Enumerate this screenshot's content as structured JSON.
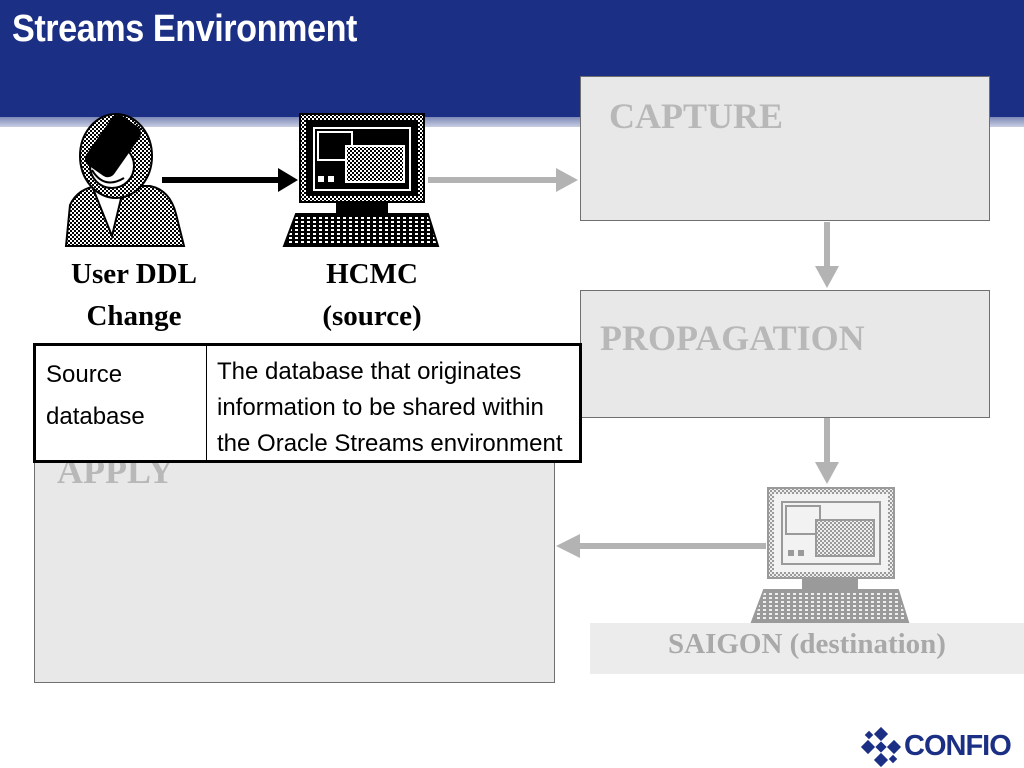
{
  "title": "Streams Environment",
  "stages": {
    "capture": "CAPTURE",
    "propagation": "PROPAGATION",
    "apply": "APPLY"
  },
  "nodes": {
    "user": {
      "line1": "User DDL",
      "line2": "Change"
    },
    "source": {
      "line1": "HCMC",
      "line2": "(source)"
    },
    "destination": "SAIGON (destination)"
  },
  "definition": {
    "term_line1": "Source",
    "term_line2": "database",
    "desc_line1": "The database that originates",
    "desc_line2": "information to be shared within",
    "desc_line3": "the Oracle Streams environment"
  },
  "logo": {
    "text": "CONFIO"
  },
  "colors": {
    "header": "#1b2f85",
    "stage_box": "#e8e8e8",
    "faded_text": "#b8b8b8",
    "arrow_gray": "#b3b3b3"
  }
}
